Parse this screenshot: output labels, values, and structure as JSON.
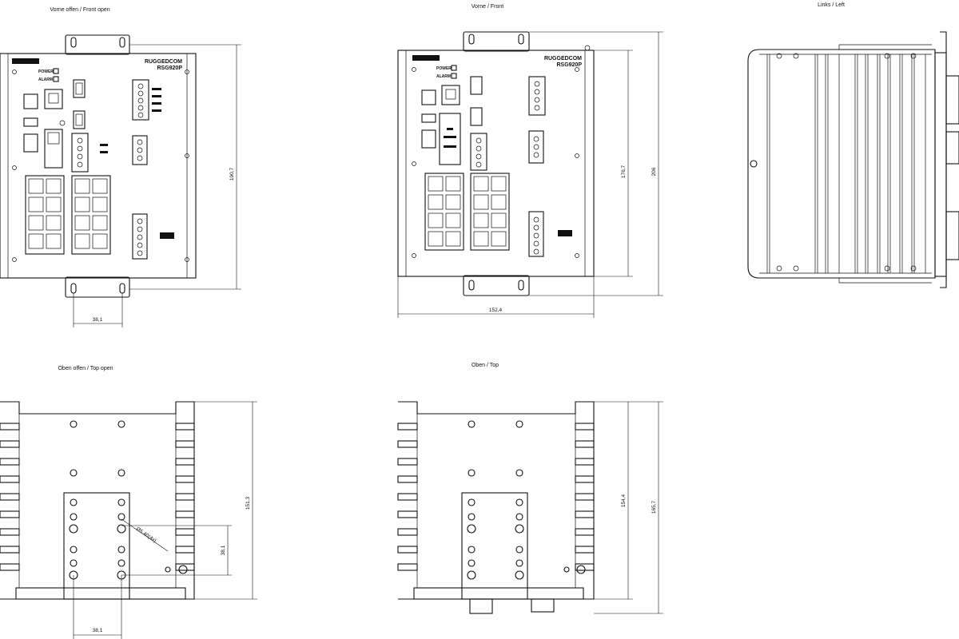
{
  "views": {
    "front_open": "Vorne offen / Front open",
    "front": "Vorne / Front",
    "left": "Links / Left",
    "top_open": "Oben offen / Top open",
    "top": "Oben / Top"
  },
  "dimensions": {
    "front_open_height": "190,7",
    "front_open_hole_spacing": "38,1",
    "front_width": "152,4",
    "front_height_inner": "176,7",
    "front_height_outer": "206",
    "top_open_depth": "151,3",
    "top_open_hole_vertical": "38,1",
    "top_open_hole_horizontal": "38,1",
    "top_open_hole_dia": "Ø5.40(4x)",
    "top_depth_inner": "154,4",
    "top_depth_outer": "165,7"
  },
  "device": {
    "brand": "RUGGEDCOM",
    "model": "RSG920P",
    "power_label": "POWER",
    "alarm_label": "ALARM"
  }
}
